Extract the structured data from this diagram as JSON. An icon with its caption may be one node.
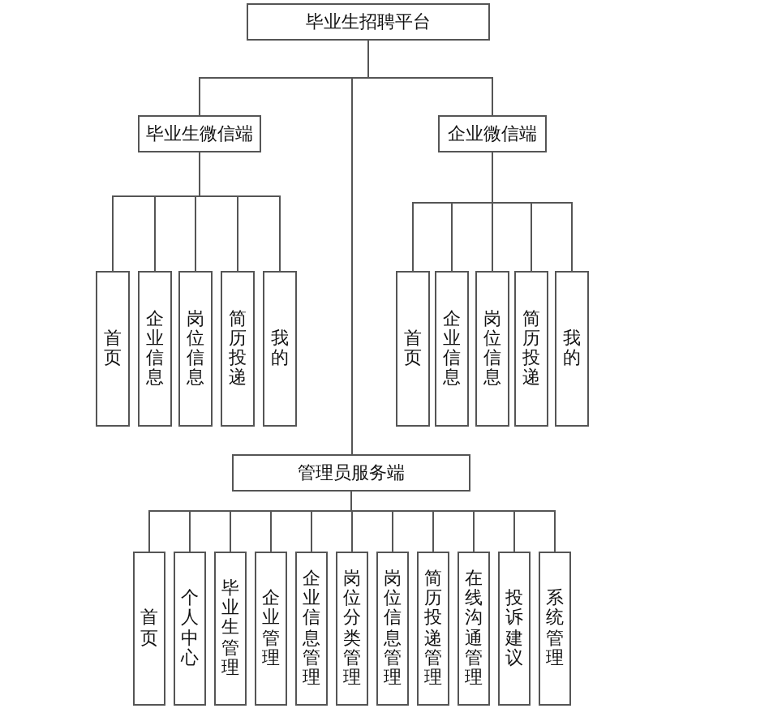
{
  "diagram": {
    "nodes": [
      {
        "text": [
          "毕业生招聘平台"
        ]
      },
      {
        "text": [
          "毕业生微信端"
        ]
      },
      {
        "text": [
          "首页"
        ]
      },
      {
        "text": [
          "企业信息"
        ]
      },
      {
        "text": [
          "岗位信息"
        ]
      },
      {
        "text": [
          "简历投递"
        ]
      },
      {
        "text": [
          "我的"
        ]
      },
      {
        "text": [
          "企业微信端"
        ]
      },
      {
        "text": [
          "首页"
        ]
      },
      {
        "text": [
          "企业信息"
        ]
      },
      {
        "text": [
          "岗位信息"
        ]
      },
      {
        "text": [
          "简历投递"
        ]
      },
      {
        "text": [
          "我的"
        ]
      },
      {
        "text": [
          "管理员服务端"
        ]
      },
      {
        "text": [
          "首页"
        ]
      },
      {
        "text": [
          "个人中心"
        ]
      },
      {
        "text": [
          "毕业生管理"
        ]
      },
      {
        "text": [
          "企业管理"
        ]
      },
      {
        "text": [
          "企业信息管理"
        ]
      },
      {
        "text": [
          "岗位分类管理"
        ]
      },
      {
        "text": [
          "岗位信息管理"
        ]
      },
      {
        "text": [
          "简历投递管理"
        ]
      },
      {
        "text": [
          "在线沟通管理"
        ]
      },
      {
        "text": [
          "投诉建议"
        ]
      },
      {
        "text": [
          "系统管理"
        ]
      }
    ],
    "edges": [
      {
        "from": 0,
        "to": 1,
        "arrow": "none"
      },
      {
        "from": 0,
        "to": 7,
        "arrow": "none"
      },
      {
        "from": 0,
        "to": 13,
        "arrow": "none"
      },
      {
        "from": 1,
        "to": 2,
        "arrow": "none"
      },
      {
        "from": 1,
        "to": 3,
        "arrow": "none"
      },
      {
        "from": 1,
        "to": 4,
        "arrow": "none"
      },
      {
        "from": 1,
        "to": 5,
        "arrow": "none"
      },
      {
        "from": 1,
        "to": 6,
        "arrow": "none"
      },
      {
        "from": 7,
        "to": 8,
        "arrow": "none"
      },
      {
        "from": 7,
        "to": 9,
        "arrow": "none"
      },
      {
        "from": 7,
        "to": 10,
        "arrow": "none"
      },
      {
        "from": 7,
        "to": 11,
        "arrow": "none"
      },
      {
        "from": 7,
        "to": 12,
        "arrow": "none"
      },
      {
        "from": 13,
        "to": 14,
        "arrow": "none"
      },
      {
        "from": 13,
        "to": 15,
        "arrow": "none"
      },
      {
        "from": 13,
        "to": 16,
        "arrow": "none"
      },
      {
        "from": 13,
        "to": 17,
        "arrow": "none"
      },
      {
        "from": 13,
        "to": 18,
        "arrow": "none"
      },
      {
        "from": 13,
        "to": 19,
        "arrow": "none"
      },
      {
        "from": 13,
        "to": 20,
        "arrow": "none"
      },
      {
        "from": 13,
        "to": 21,
        "arrow": "none"
      },
      {
        "from": 13,
        "to": 22,
        "arrow": "none"
      },
      {
        "from": 13,
        "to": 23,
        "arrow": "none"
      },
      {
        "from": 13,
        "to": 24,
        "arrow": "none"
      }
    ]
  }
}
